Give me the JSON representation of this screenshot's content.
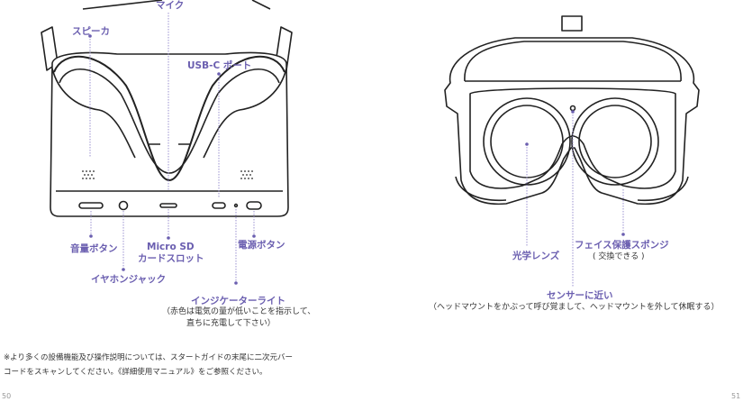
{
  "left_page": {
    "labels": {
      "speaker": "スピーカ",
      "mic": "マイク",
      "usb_c_port": "USB-C ポート",
      "volume_button": "音量ボタン",
      "earphone_jack": "イヤホンジャック",
      "micro_sd_line1": "Micro SD",
      "micro_sd_line2": "カードスロット",
      "power_button": "電源ボタン",
      "indicator_light": "インジケーターライト",
      "indicator_note_line1": "（赤色は電気の量が低いことを指示して、",
      "indicator_note_line2": "直ちに充電して下さい）"
    },
    "footnote_line1": "※より多くの設備機能及び操作説明については、スタートガイドの末尾に二次元バー",
    "footnote_line2": "コードをスキャンしてください。《詳細使用マニュアル》をご参照ください。",
    "page_number": "50"
  },
  "right_page": {
    "labels": {
      "optical_lens": "光学レンズ",
      "face_foam": "フェイス保護スポンジ",
      "face_foam_note": "( 交換できる )",
      "proximity_sensor": "センサーに近い",
      "proximity_note": "（ヘッドマウントをかぶって呼び覚まして、ヘッドマウントを外して休眠する）"
    },
    "page_number": "51"
  },
  "colors": {
    "accent": "#6b5fb0",
    "line_art": "#222222"
  }
}
